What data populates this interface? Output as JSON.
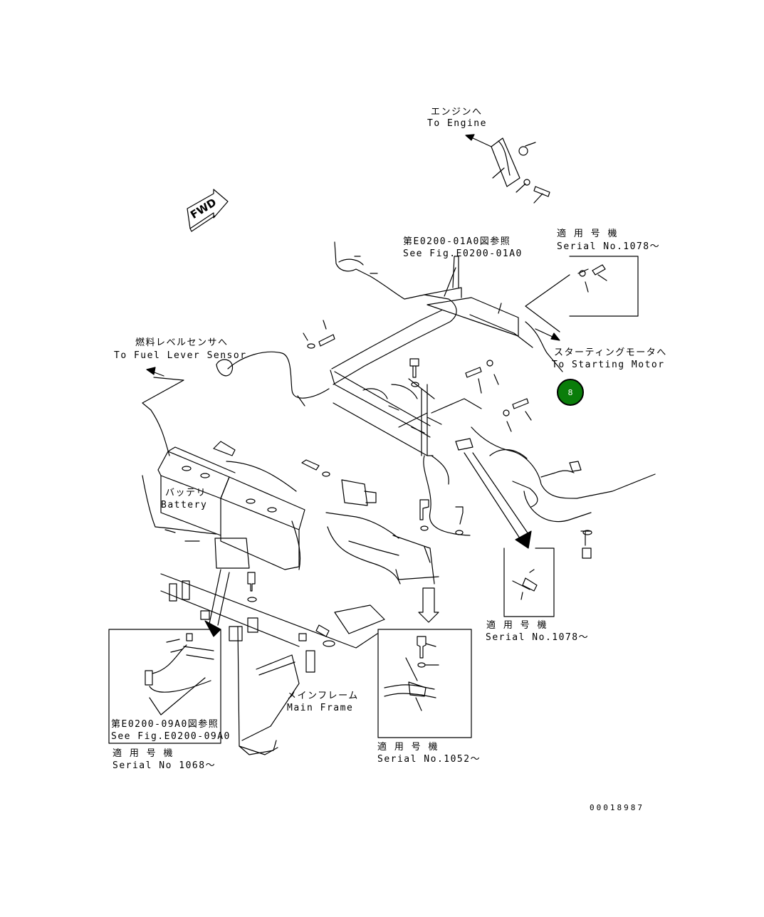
{
  "labels": {
    "engine_ja": "エンジンへ",
    "engine_en": "To Engine",
    "ref1_ja": "第E0200-01A0図参照",
    "ref1_en": "See Fig.E0200-01A0",
    "serial_top_ja": "適 用 号 機",
    "serial_top_en": "Serial No.1078～",
    "fuel_ja": "燃料レベルセンサへ",
    "fuel_en": "To Fuel Lever Sensor",
    "starting_ja": "スターティングモータへ",
    "starting_en": "To Starting Motor",
    "battery_ja": "バッテリ",
    "battery_en": "Battery",
    "serial_mid_ja": "適 用 号 機",
    "serial_mid_en": "Serial No.1078～",
    "mainframe_ja": "メインフレーム",
    "mainframe_en": "Main Frame",
    "ref2_ja": "第E0200-09A0図参照",
    "ref2_en": "See Fig.E0200-09A0",
    "serial_left_ja": "適 用 号 機",
    "serial_left_en": "Serial No 1068～",
    "serial_bottom_ja": "適 用 号 機",
    "serial_bottom_en": "Serial No.1052～",
    "fwd": "FWD",
    "drawing_no": "00018987"
  },
  "callout": {
    "number": "8",
    "color": "#0a7d0a"
  }
}
